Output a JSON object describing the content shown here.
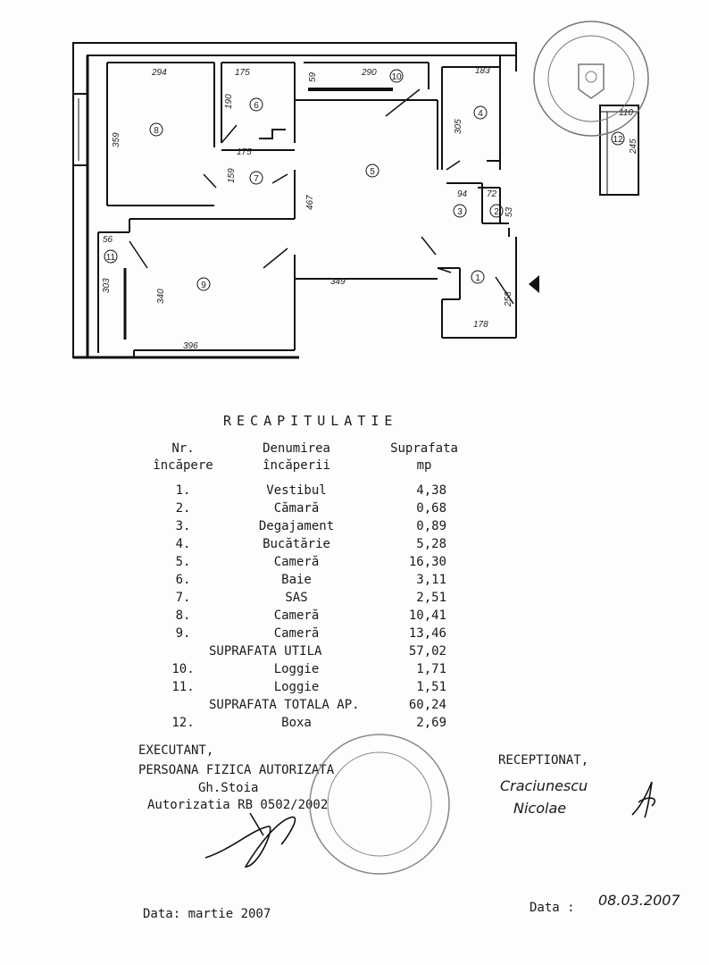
{
  "title": "RECAPITULATIE",
  "headers": {
    "nr": [
      "Nr.",
      "încăpere"
    ],
    "name": [
      "Denumirea",
      "încăperii"
    ],
    "area": [
      "Suprafata",
      "mp"
    ]
  },
  "rows": [
    {
      "nr": "1.",
      "name": "Vestibul",
      "area": "4,38"
    },
    {
      "nr": "2.",
      "name": "Cămară",
      "area": "0,68"
    },
    {
      "nr": "3.",
      "name": "Degajament",
      "area": "0,89"
    },
    {
      "nr": "4.",
      "name": "Bucătărie",
      "area": "5,28"
    },
    {
      "nr": "5.",
      "name": "Cameră",
      "area": "16,30"
    },
    {
      "nr": "6.",
      "name": "Baie",
      "area": "3,11"
    },
    {
      "nr": "7.",
      "name": "SAS",
      "area": "2,51"
    },
    {
      "nr": "8.",
      "name": "Cameră",
      "area": "10,41"
    },
    {
      "nr": "9.",
      "name": "Cameră",
      "area": "13,46"
    }
  ],
  "subtotal_useful": {
    "label": "SUPRAFATA UTILA",
    "area": "57,02"
  },
  "rows_loggia": [
    {
      "nr": "10.",
      "name": "Loggie",
      "area": "1,71"
    },
    {
      "nr": "11.",
      "name": "Loggie",
      "area": "1,51"
    }
  ],
  "total": {
    "label": "SUPRAFATA TOTALA AP.",
    "area": "60,24"
  },
  "row_box": {
    "nr": "12.",
    "name": "Boxa",
    "area": "2,69"
  },
  "executant": {
    "line1": "EXECUTANT,",
    "line2": "PERSOANA FIZICA AUTORIZATA",
    "line3": "Gh.Stoia",
    "line4": "Autorizatia RB 0502/2002"
  },
  "receptionat": {
    "label": "RECEPTIONAT,",
    "signature_line1": "Craciunescu",
    "signature_line2": "Nicolae"
  },
  "date_left": "Data: martie 2007",
  "date_right_label": "Data :",
  "date_right_value": "08.03.2007",
  "plan": {
    "dims": {
      "d294": "294",
      "d175a": "175",
      "d290": "290",
      "d183": "183",
      "d190": "190",
      "d59": "59",
      "d359": "359",
      "d175b": "175",
      "d305": "305",
      "d159": "159",
      "d467": "467",
      "d94": "94",
      "d72": "72",
      "d53": "53",
      "d56": "56",
      "d303": "303",
      "d340": "340",
      "d349": "349",
      "d258": "258",
      "d178": "178",
      "d396": "396",
      "d110": "110",
      "d245": "245"
    },
    "rooms": [
      "1",
      "2",
      "3",
      "4",
      "5",
      "6",
      "7",
      "8",
      "9",
      "10",
      "11",
      "12"
    ]
  }
}
